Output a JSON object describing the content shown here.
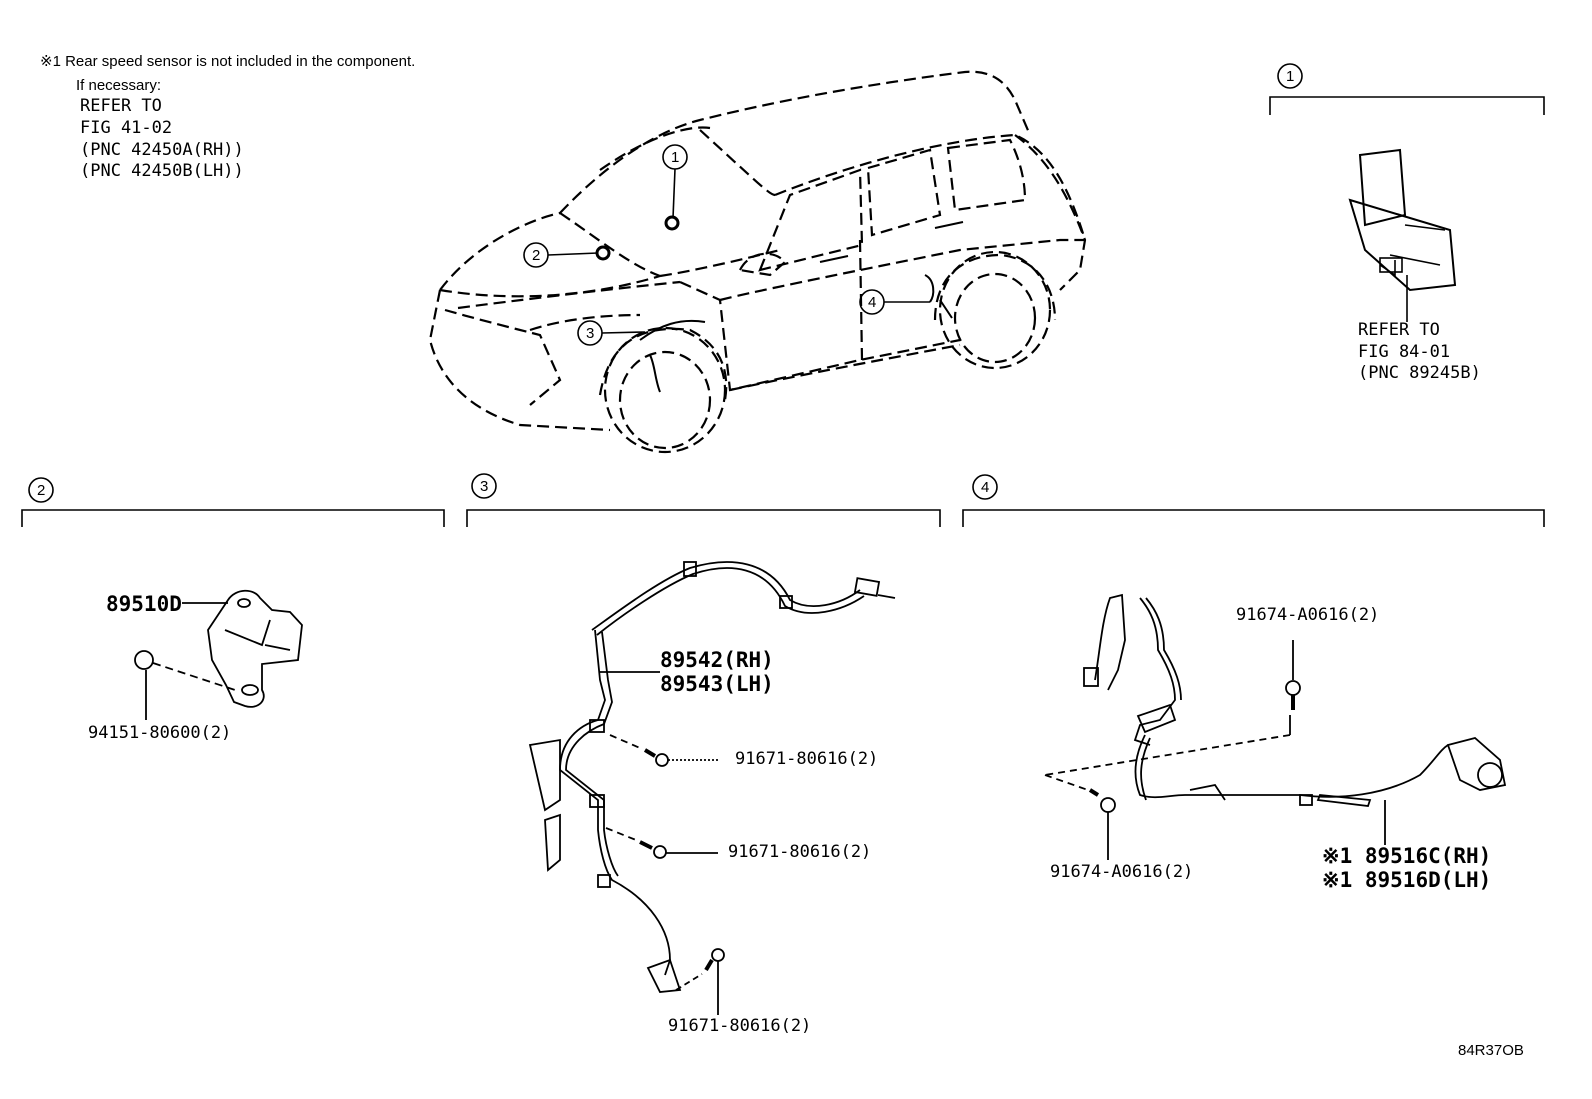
{
  "note": {
    "line1": "※1 Rear speed sensor is not included in the component.",
    "line2": "If necessary:",
    "refer": "REFER TO",
    "fig": "FIG 41-02",
    "pnc_rh": "(PNC 42450A(RH))",
    "pnc_lh": "(PNC 42450B(LH))"
  },
  "callouts": {
    "c1": "1",
    "c2": "2",
    "c3": "3",
    "c4": "4"
  },
  "section1": {
    "label": "1",
    "refer": "REFER TO",
    "fig": "FIG 84-01",
    "pnc": "(PNC 89245B)"
  },
  "section2": {
    "label": "2",
    "part_sensor": "89510D",
    "part_bolt": "94151-80600(2)"
  },
  "section3": {
    "label": "3",
    "part_rh": "89542(RH)",
    "part_lh": "89543(LH)",
    "bolt_a": "91671-80616(2)",
    "bolt_b": "91671-80616(2)",
    "bolt_c": "91671-80616(2)"
  },
  "section4": {
    "label": "4",
    "bolt_top": "91674-A0616(2)",
    "bolt_left": "91674-A0616(2)",
    "part_rh": "※1 89516C(RH)",
    "part_lh": "※1 89516D(LH)"
  },
  "footer": {
    "code": "84R37OB"
  }
}
